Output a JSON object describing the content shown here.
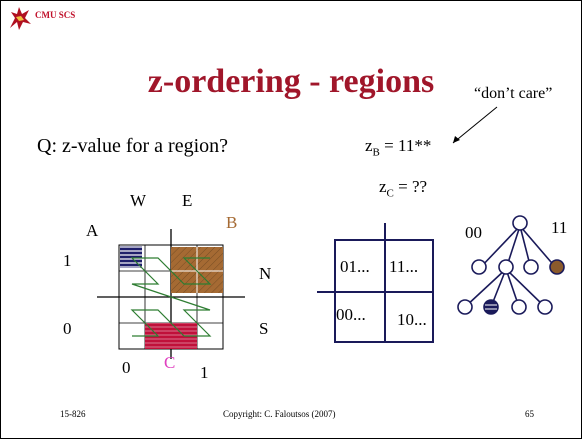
{
  "header": {
    "org": "CMU SCS"
  },
  "title": "z-ordering - regions",
  "question": "Q: z-value for a region?",
  "annotation": "“don’t care”",
  "zB": {
    "base": "z",
    "sub": "B",
    "value": " = 11**"
  },
  "zC": {
    "base": "z",
    "sub": "C",
    "value": " = ??"
  },
  "grid_labels": {
    "w": "W",
    "e": "E",
    "a": "A",
    "b": "B",
    "n": "N",
    "s": "S",
    "c": "C",
    "y1": "1",
    "y0": "0",
    "x0": "0",
    "x1": "1"
  },
  "quad_labels": {
    "tl": "01...",
    "tr": "11...",
    "bl": "00...",
    "br": "10..."
  },
  "tree_labels": {
    "left": "00",
    "right": "11"
  },
  "footer": {
    "course": "15-826",
    "copyright": "Copyright: C. Faloutsos (2007)",
    "page": "65"
  },
  "colors": {
    "title": "#a0162a",
    "region_a": "#1f1f6b",
    "region_b": "#a56a33",
    "region_c": "#c0103a",
    "label_c": "#e040c0",
    "zigzag": "#2e7d32",
    "dark_node": "#8b5a2b"
  }
}
